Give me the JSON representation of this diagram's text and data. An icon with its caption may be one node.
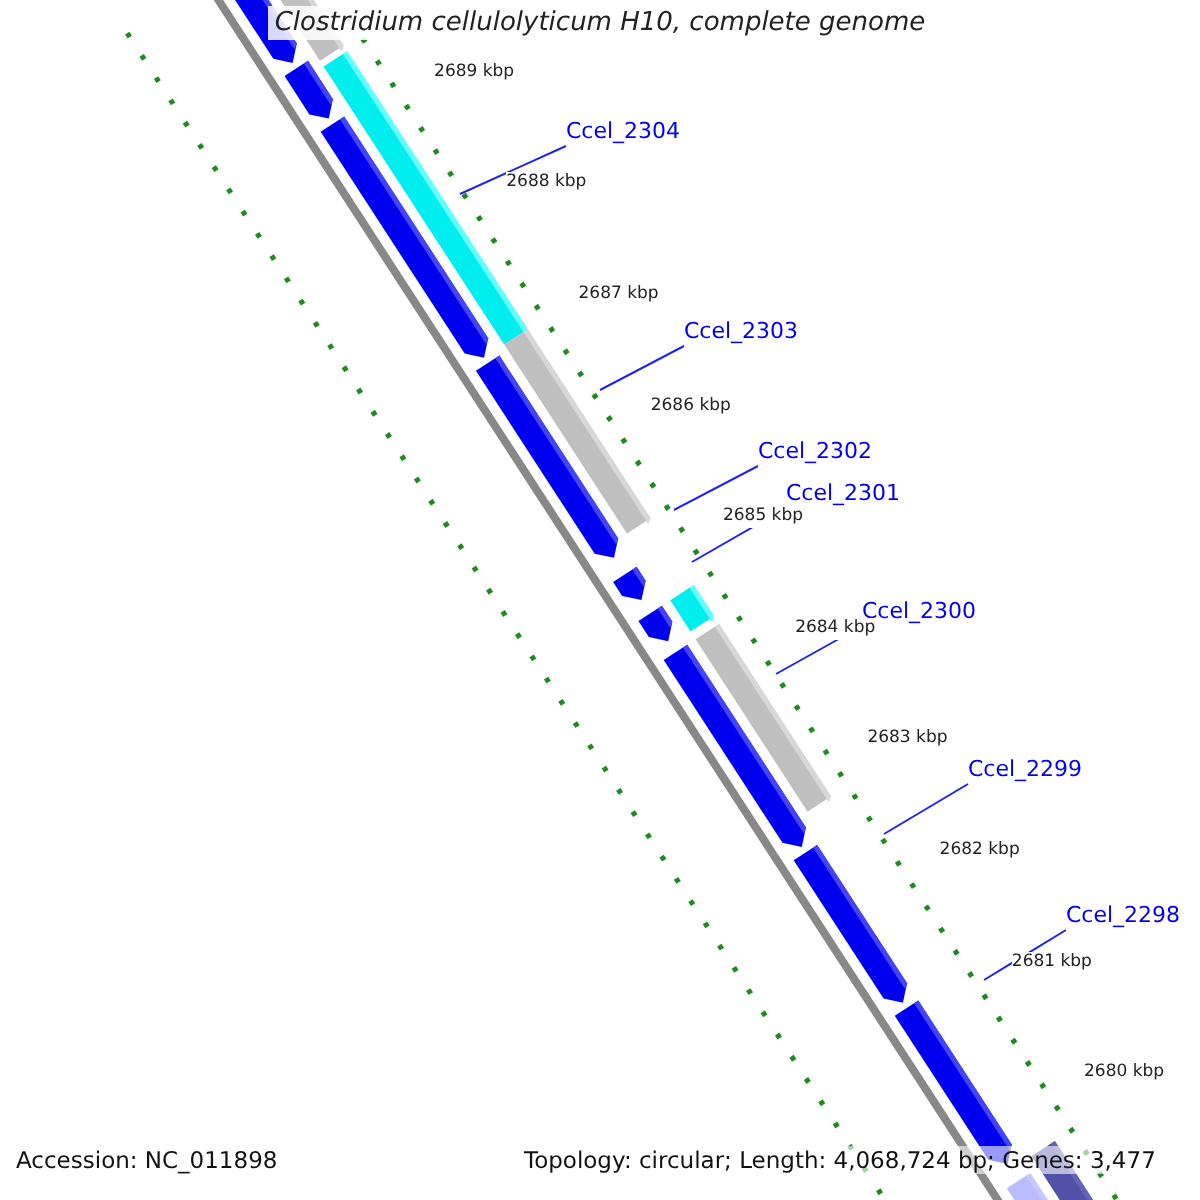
{
  "diagram": {
    "title": "Clostridium cellulolyticum H10, complete genome",
    "nodes": [
      {
        "text": [
          "Ccel_2304"
        ]
      },
      {
        "text": [
          "Ccel_2303"
        ]
      },
      {
        "text": [
          "Ccel_2302"
        ]
      },
      {
        "text": [
          "Ccel_2301"
        ]
      },
      {
        "text": [
          "Ccel_2300"
        ]
      },
      {
        "text": [
          "Ccel_2299"
        ]
      },
      {
        "text": [
          "Ccel_2298"
        ]
      }
    ],
    "edges": [
      {
        "from": 0,
        "to": null,
        "arrow": "none"
      },
      {
        "from": 1,
        "to": null,
        "arrow": "none"
      },
      {
        "from": 2,
        "to": null,
        "arrow": "none"
      },
      {
        "from": 3,
        "to": null,
        "arrow": "none"
      },
      {
        "from": 4,
        "to": null,
        "arrow": "none"
      },
      {
        "from": 5,
        "to": null,
        "arrow": "none"
      },
      {
        "from": 6,
        "to": null,
        "arrow": "none"
      }
    ],
    "labels": [
      "2689 kbp",
      "2688 kbp",
      "2687 kbp",
      "2686 kbp",
      "2685 kbp",
      "2684 kbp",
      "2683 kbp",
      "2682 kbp",
      "2681 kbp",
      "2680 kbp",
      "Accession: NC_011898",
      "Topology: circular; Length: 4,068,724 bp; Genes: 3,477"
    ]
  }
}
